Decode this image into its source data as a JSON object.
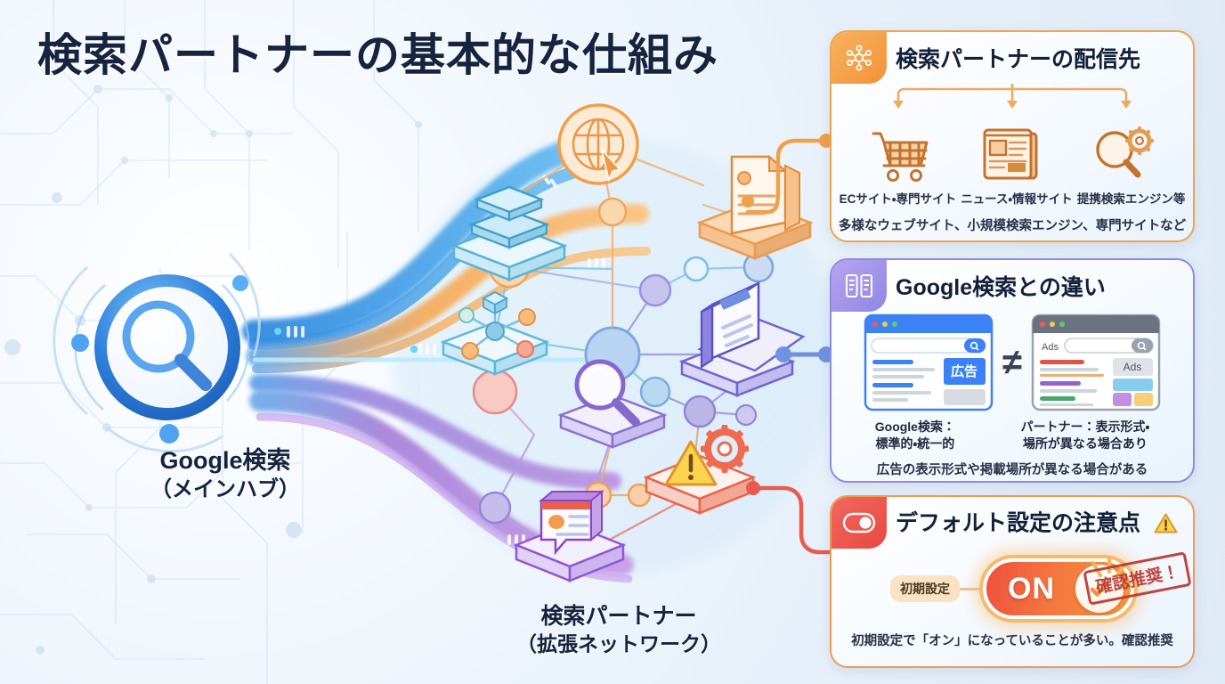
{
  "title": "検索パートナーの基本的な仕組み",
  "hub": {
    "line1": "Google検索",
    "line2": "（メインハブ）",
    "icon": "magnifier-icon"
  },
  "network": {
    "line1": "検索パートナー",
    "line2": "（拡張ネットワーク）",
    "nodes": [
      {
        "name": "globe-cursor-node",
        "color": "#f0a04b"
      },
      {
        "name": "document-node",
        "color": "#f0a04b"
      },
      {
        "name": "layers-node",
        "color": "#57b6d8"
      },
      {
        "name": "network-cube-node",
        "color": "#57b6d8"
      },
      {
        "name": "laptop-node",
        "color": "#7a73d6"
      },
      {
        "name": "magnifier-node",
        "color": "#9b7fd4"
      },
      {
        "name": "chat-bubble-node",
        "color": "#9b6ed0"
      },
      {
        "name": "warning-gear-node",
        "color": "#ef6a52"
      }
    ]
  },
  "cards": [
    {
      "id": "distribution",
      "title": "検索パートナーの配信先",
      "badge_icon": "network-share-icon",
      "accent": "#f0a44a",
      "items": [
        {
          "icon": "shopping-cart-icon",
          "label": "ECサイト・専門サイト"
        },
        {
          "icon": "newspaper-icon",
          "label": "ニュース・情報サイト"
        },
        {
          "icon": "search-gear-icon",
          "label": "提携検索エンジン等"
        }
      ],
      "footer": "多様なウェブサイト、小規模検索エンジン、専門サイトなど"
    },
    {
      "id": "difference",
      "title": "Google検索との違い",
      "badge_icon": "compare-panels-icon",
      "accent": "#8e8ae0",
      "compare_symbol": "≠",
      "left_browser": {
        "chip": "広告",
        "bar_color": "#3b82f6"
      },
      "right_browser": {
        "chip": "Ads",
        "label": "Ads",
        "bar_color": "#6b7280"
      },
      "captions": [
        "Google検索：\n標準的・統一的",
        "パートナー：表示形式・\n場所が異なる場合あり"
      ],
      "footer": "広告の表示形式や掲載場所が異なる場合がある"
    },
    {
      "id": "default-setting",
      "title": "デフォルト設定の注意点",
      "badge_icon": "toggle-switch-icon",
      "title_icon": "warning-triangle-icon",
      "accent": "#ef9a52",
      "init_label": "初期設定",
      "toggle_state": "ON",
      "stamp": "確認推奨！",
      "footer": "初期設定で「オン」になっていることが多い。確認推奨"
    }
  ]
}
